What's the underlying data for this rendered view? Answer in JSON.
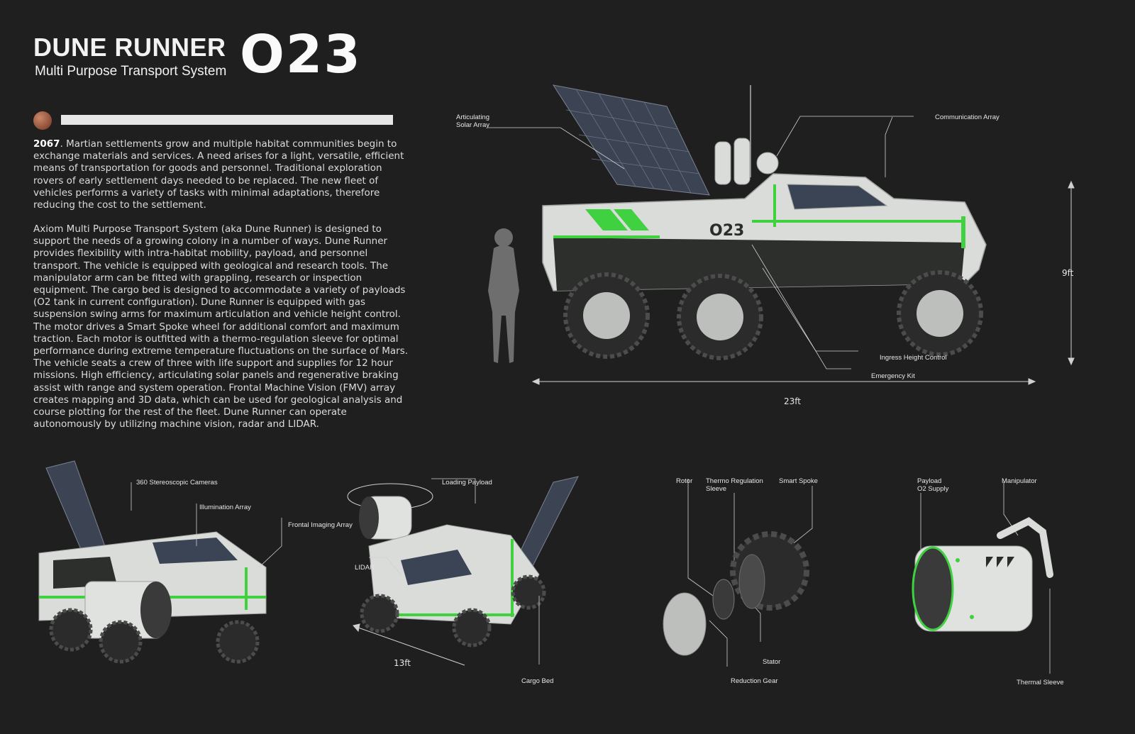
{
  "header": {
    "title": "DUNE RUNNER",
    "subtitle": "Multi Purpose Transport System",
    "model": "O23"
  },
  "intro": {
    "year": "2067",
    "paragraph_1": ". Martian settlements grow and multiple habitat communities begin to exchange materials and services. A need arises for a light, versatile, efficient means of transportation for goods and personnel. Traditional exploration rovers of early settlement days needed to be replaced.  The new fleet of vehicles performs a variety of tasks with minimal adaptations, therefore reducing the cost to the settlement.",
    "paragraph_2": "Axiom Multi Purpose Transport System (aka Dune Runner) is designed to support the needs of a growing colony  in a number of ways. Dune Runner provides flexibility with intra-habitat  mobility, payload, and personnel transport. The vehicle is equipped with geological and research tools. The manipulator arm can be fitted with grappling, research or inspection equipment. The cargo bed is designed to accommodate a variety of payloads (O2 tank in current configuration). Dune Runner is equipped with gas suspension swing arms for maximum articulation and vehicle height control. The motor drives a Smart Spoke wheel for additional comfort and maximum traction. Each motor is outfitted with a thermo-regulation sleeve for optimal performance during extreme temperature fluctuations on the surface of Mars. The vehicle seats a crew of three with life support and supplies for 12 hour missions. High efficiency, articulating solar panels and regenerative braking assist with range and system operation. Frontal Machine Vision (FMV) array creates mapping and 3D data, which can be used for geological analysis and course plotting for the rest of the fleet.  Dune Runner can operate autonomously by utilizing machine vision, radar and LIDAR."
  },
  "side_view": {
    "labels": {
      "solar": "Articulating\nSolar Array",
      "comm": "Communication Array",
      "ingress": "Ingress Height Control",
      "emergency": "Emergency Kit"
    },
    "height": "9ft",
    "length": "23ft",
    "vehicle_marking": "O23"
  },
  "rear_view": {
    "labels": {
      "cameras": "360 Stereoscopic Cameras",
      "illumination": "Illumination Array",
      "frontal": "Frontal Imaging Array"
    }
  },
  "front_view": {
    "labels": {
      "loading": "Loading Payload",
      "lidar": "LIDAR",
      "cargo": "Cargo Bed"
    },
    "width": "13ft"
  },
  "motor_view": {
    "labels": {
      "rotor": "Rotor",
      "thermo": "Thermo Regulation\nSleeve",
      "spoke": "Smart Spoke",
      "stator": "Stator",
      "gear": "Reduction Gear"
    }
  },
  "payload_view": {
    "labels": {
      "payload": "Payload\nO2 Supply",
      "manipulator": "Manipulator",
      "sleeve": "Thermal Sleeve"
    }
  },
  "colors": {
    "background": "#1f1f1f",
    "accent_green": "#3fd13f",
    "hull": "#d9dcd9",
    "tire": "#2b2b2b"
  }
}
